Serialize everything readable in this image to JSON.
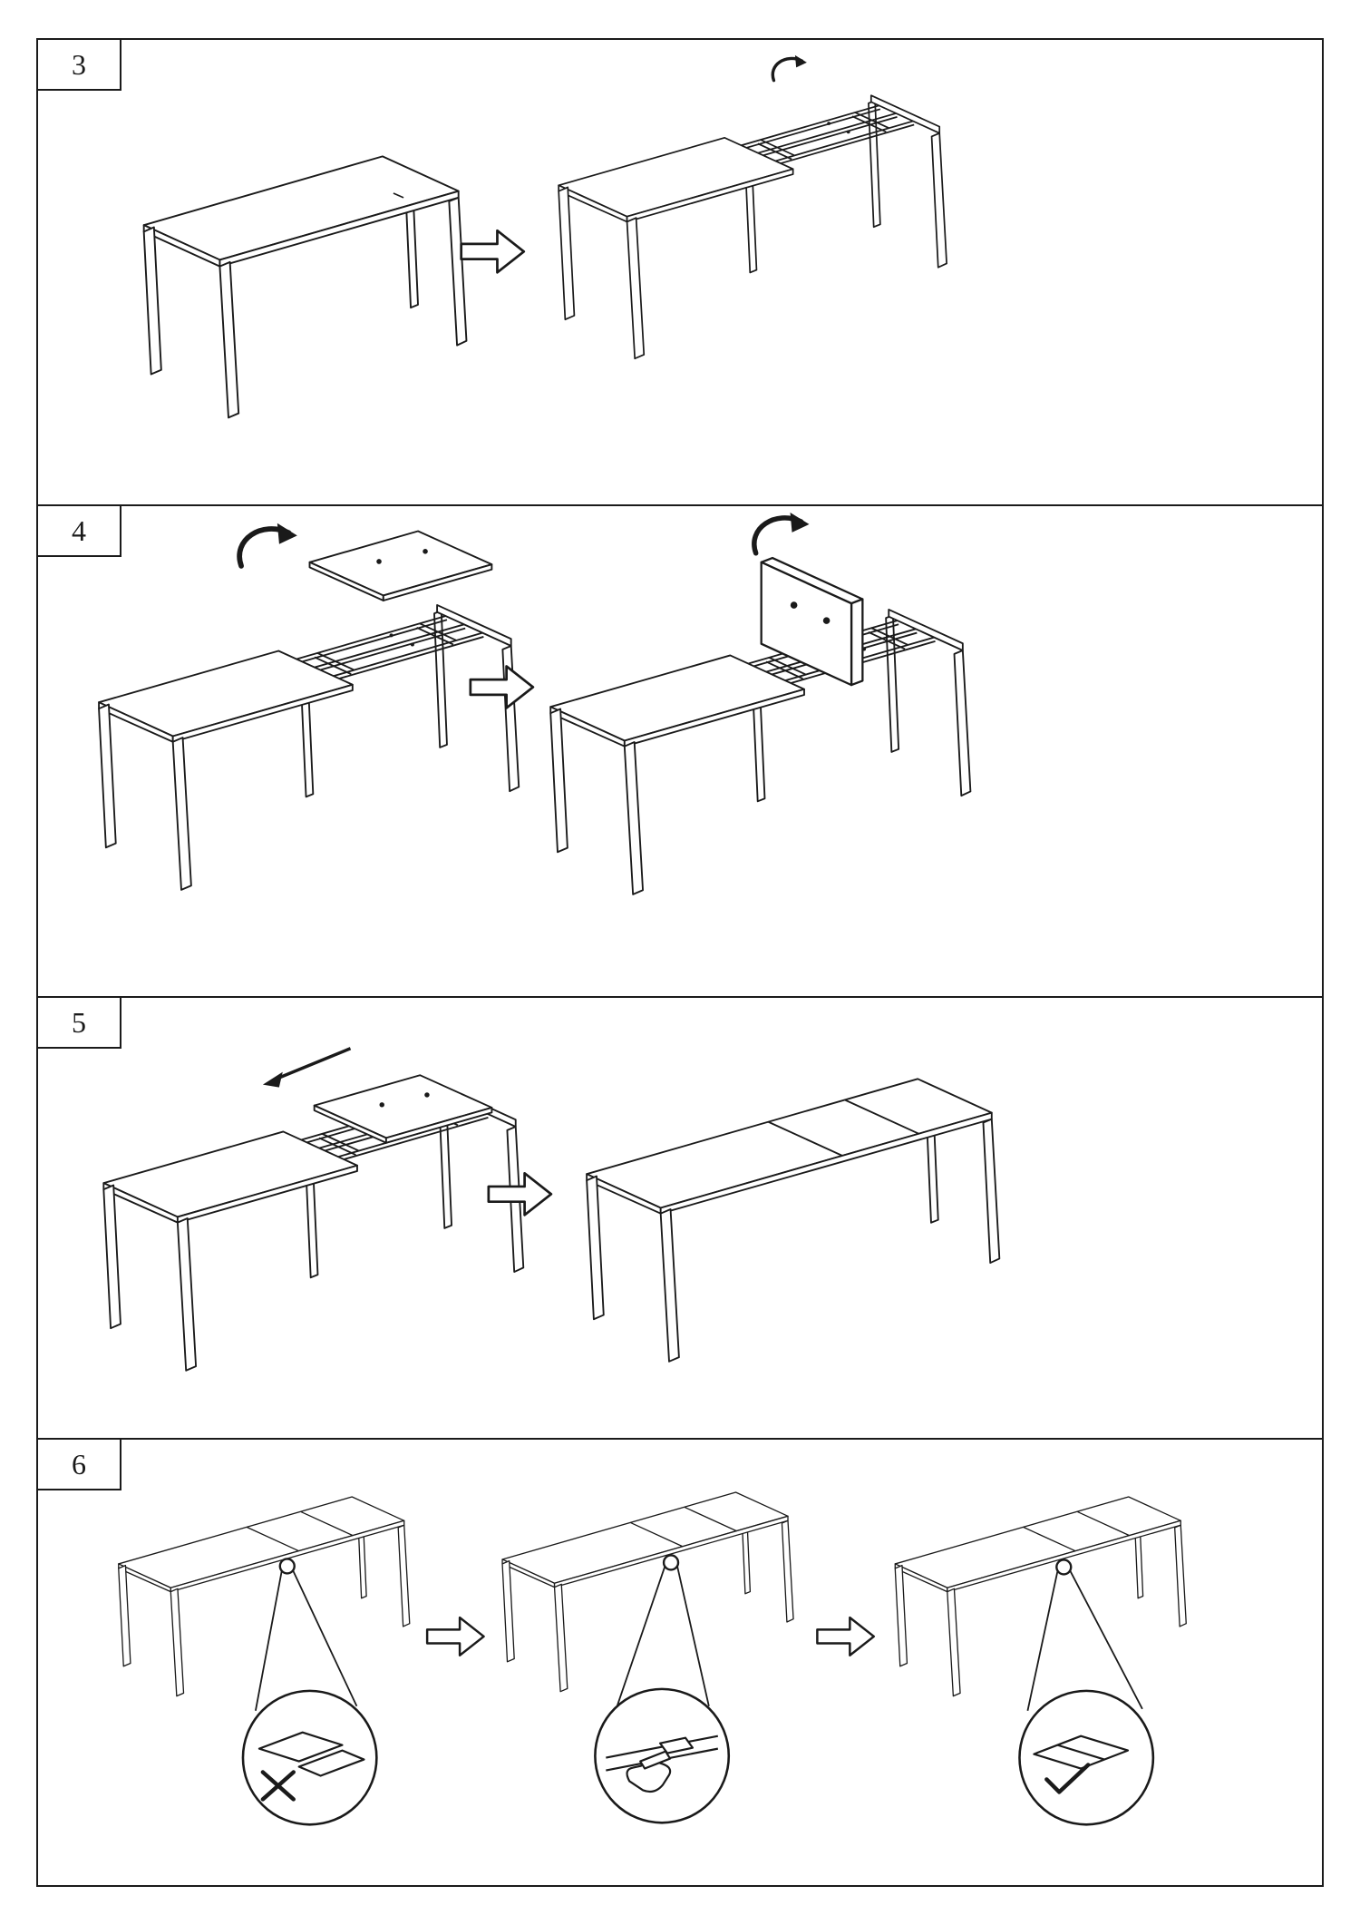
{
  "document": {
    "kind": "furniture-assembly-instructions",
    "paper_color": "#ffffff",
    "ink_color": "#1a1a1a"
  },
  "steps": [
    {
      "number": "3",
      "illustrations": [
        "closed-table",
        "proceed-arrow",
        "table-with-extension-frame-exposed",
        "rotate-arrow"
      ]
    },
    {
      "number": "4",
      "illustrations": [
        "rotate-arrow",
        "extension-leaf-above-frame",
        "open-table",
        "proceed-arrow",
        "rotate-arrow",
        "extension-leaf-upright-on-frame",
        "open-table"
      ]
    },
    {
      "number": "5",
      "illustrations": [
        "slide-left-arrow",
        "open-table-with-leaf-on-frame",
        "proceed-arrow",
        "fully-extended-table"
      ]
    },
    {
      "number": "6",
      "illustrations": [
        "extended-table",
        "detail-circle-cross-mark",
        "proceed-arrow",
        "extended-table",
        "detail-circle-hand-press",
        "proceed-arrow",
        "extended-table",
        "detail-circle-check-mark"
      ]
    }
  ]
}
